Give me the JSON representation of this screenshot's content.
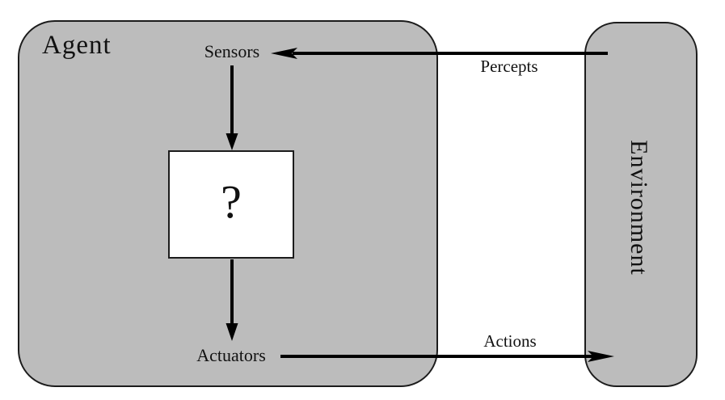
{
  "colors": {
    "page-bg": "#ffffff",
    "box-fill": "#bcbcbc",
    "box-border": "#1c1c1c",
    "text-color": "#111111",
    "inner-box-fill": "#ffffff",
    "arrow-color": "#000000"
  },
  "diagram": {
    "agent_label": "Agent",
    "environment_label": "Environment",
    "question_mark": "?",
    "sensors_label": "Sensors",
    "actuators_label": "Actuators",
    "percepts_label": "Percepts",
    "actions_label": "Actions"
  }
}
